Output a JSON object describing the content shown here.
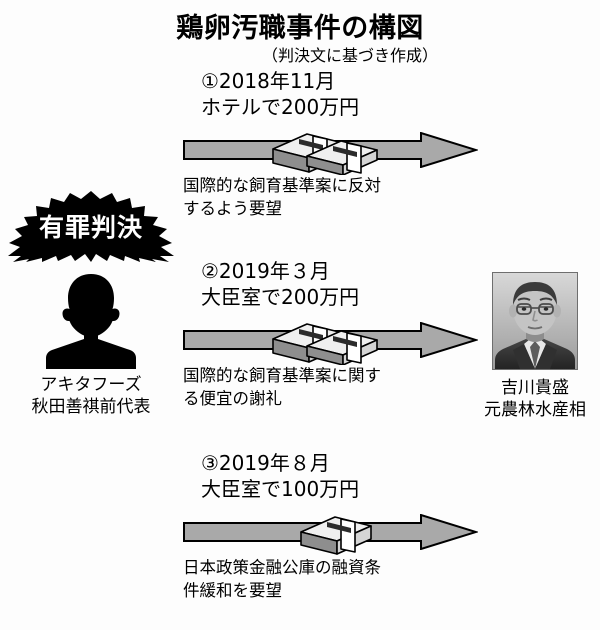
{
  "header": {
    "title": "鶏卵汚職事件の構図",
    "subtitle": "（判決文に基づき作成）"
  },
  "left_actor": {
    "badge_label": "有罪判決",
    "silhouette_icon": "person-silhouette-icon",
    "caption_line1": "アキタフーズ",
    "caption_line2": "秋田善祺前代表"
  },
  "right_actor": {
    "photo_icon": "portrait-photo",
    "caption_line1": "吉川貴盛",
    "caption_line2": "元農林水産相"
  },
  "events": [
    {
      "marker": "①",
      "date": "2018年11月",
      "place_amount": "ホテルで200万円",
      "heading": "①2018年11月\nホテルで200万円",
      "description": "国際的な飼育基準案に反対\nするよう要望",
      "money_icon": "money-bundle-icon",
      "money_count": 2,
      "arrow_icon": "right-arrow-icon"
    },
    {
      "marker": "②",
      "date": "2019年３月",
      "place_amount": "大臣室で200万円",
      "heading": "②2019年３月\n大臣室で200万円",
      "description": "国際的な飼育基準案に関す\nる便宜の謝礼",
      "money_icon": "money-bundle-icon",
      "money_count": 2,
      "arrow_icon": "right-arrow-icon"
    },
    {
      "marker": "③",
      "date": "2019年８月",
      "place_amount": "大臣室で100万円",
      "heading": "③2019年８月\n大臣室で100万円",
      "description": "日本政策金融公庫の融資条\n件緩和を要望",
      "money_icon": "money-bundle-icon",
      "money_count": 1,
      "arrow_icon": "right-arrow-icon"
    }
  ],
  "colors": {
    "background": "#fdfdfd",
    "ink": "#000000",
    "arrow_fill": "#a9a9a9",
    "arrow_stroke": "#000000",
    "money_light": "#e2e2e2",
    "money_dark": "#8a8a8a"
  }
}
